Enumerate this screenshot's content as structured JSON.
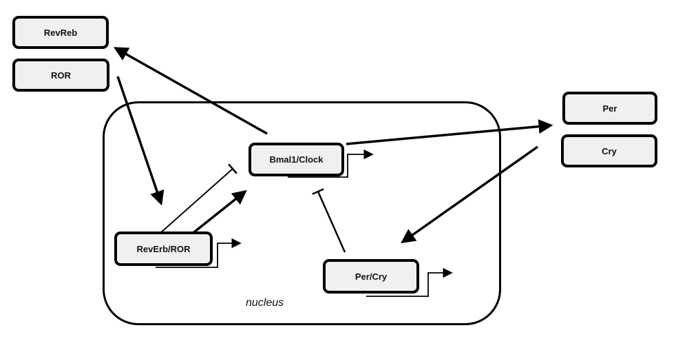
{
  "diagram": {
    "title": "Circadian clock feedback loop",
    "compartments": [
      {
        "id": "nucleus",
        "label": "nucleus"
      }
    ],
    "nodes": [
      {
        "id": "revreb",
        "label": "RevReb",
        "location": "cytoplasm"
      },
      {
        "id": "ror",
        "label": "ROR",
        "location": "cytoplasm"
      },
      {
        "id": "per",
        "label": "Per",
        "location": "cytoplasm"
      },
      {
        "id": "cry",
        "label": "Cry",
        "location": "cytoplasm"
      },
      {
        "id": "bmal1clock",
        "label": "Bmal1/Clock",
        "location": "nucleus"
      },
      {
        "id": "reverbror",
        "label": "RevErb/ROR",
        "location": "nucleus"
      },
      {
        "id": "percry",
        "label": "Per/Cry",
        "location": "nucleus"
      }
    ],
    "edges": [
      {
        "from": "bmal1clock",
        "to": "revreb",
        "type": "activation"
      },
      {
        "from": "ror",
        "to": "reverbror",
        "type": "activation"
      },
      {
        "from": "bmal1clock",
        "to": "per",
        "type": "activation"
      },
      {
        "from": "cry",
        "to": "percry",
        "type": "activation"
      },
      {
        "from": "reverbror",
        "to": "bmal1clock",
        "type": "inhibition"
      },
      {
        "from": "reverbror",
        "to": "bmal1clock",
        "type": "activation"
      },
      {
        "from": "percry",
        "to": "bmal1clock",
        "type": "inhibition"
      }
    ],
    "promoters": [
      {
        "gene": "bmal1clock",
        "type": "transcription-start"
      },
      {
        "gene": "reverbror",
        "type": "transcription-start"
      },
      {
        "gene": "percry",
        "type": "transcription-start"
      }
    ]
  }
}
